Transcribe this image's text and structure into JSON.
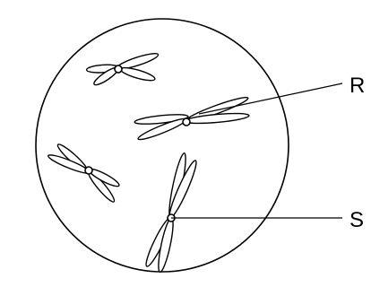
{
  "labels": [
    {
      "id": "r",
      "text": "R"
    },
    {
      "id": "s",
      "text": "S"
    }
  ]
}
